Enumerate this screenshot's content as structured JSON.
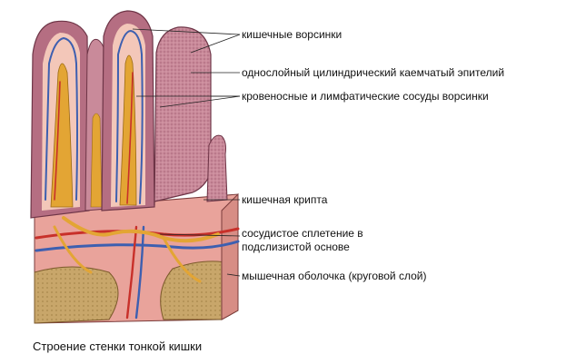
{
  "labels": {
    "villi": "кишечные ворсинки",
    "epithelium": "однослойный цилиндрический каемчатый эпителий",
    "vessels": "кровеносные и лимфатические сосуды ворсинки",
    "crypt": "кишечная крипта",
    "plexus_line1": "сосудистое сплетение в",
    "plexus_line2": "подслизистой основе",
    "muscle": "мышечная оболочка (круговой слой)"
  },
  "caption": "Строение стенки тонкой кишки",
  "colors": {
    "villus_pink": "#c98a9a",
    "villus_dark": "#8e4e63",
    "lamina": "#eaa7a0",
    "lymph": "#e3a534",
    "vein": "#3d5fb0",
    "artery": "#c8302a",
    "muscle": "#c9a86c",
    "muscle_dark": "#9c7c44"
  }
}
